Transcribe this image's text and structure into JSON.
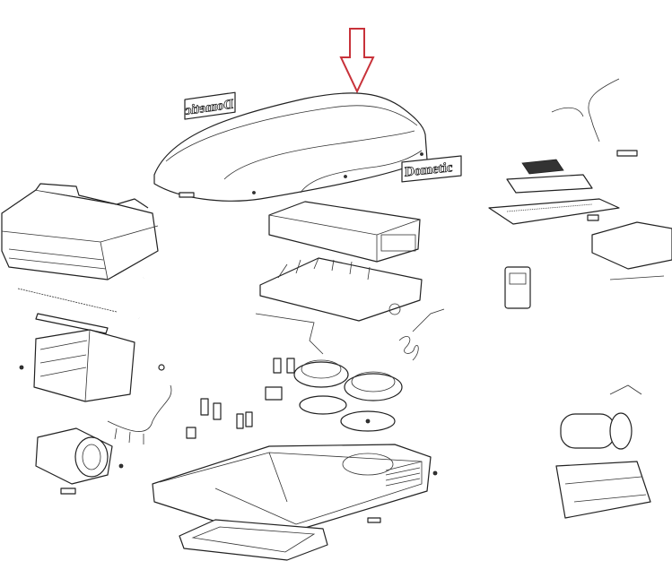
{
  "diagram": {
    "type": "exploded-parts-view",
    "logos": {
      "front_badge": "Dometic",
      "side_badge_mirrored": "Dometic"
    },
    "colors": {
      "arrow": "#c8323a",
      "line": "#222222",
      "background": "#ffffff"
    }
  }
}
